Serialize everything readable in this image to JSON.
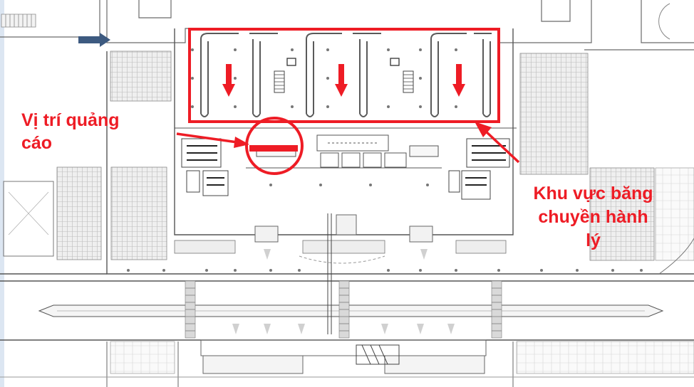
{
  "annotations": {
    "ad_location": {
      "line1": "Vị trí quảng",
      "line2": "cáo"
    },
    "baggage_area": {
      "line1": "Khu vực băng",
      "line2": "chuyền hành",
      "line3": "lý"
    }
  },
  "colors": {
    "annotation_red": "#ee1c25",
    "plan_line": "#5a5a5a",
    "plan_fill": "#e8e8e8",
    "entry_arrow": "#3d5a80",
    "side_band": "#dce6f2"
  },
  "icons": {
    "entry_arrow": "arrow-right-icon",
    "flow_arrow": "arrow-down-icon"
  }
}
